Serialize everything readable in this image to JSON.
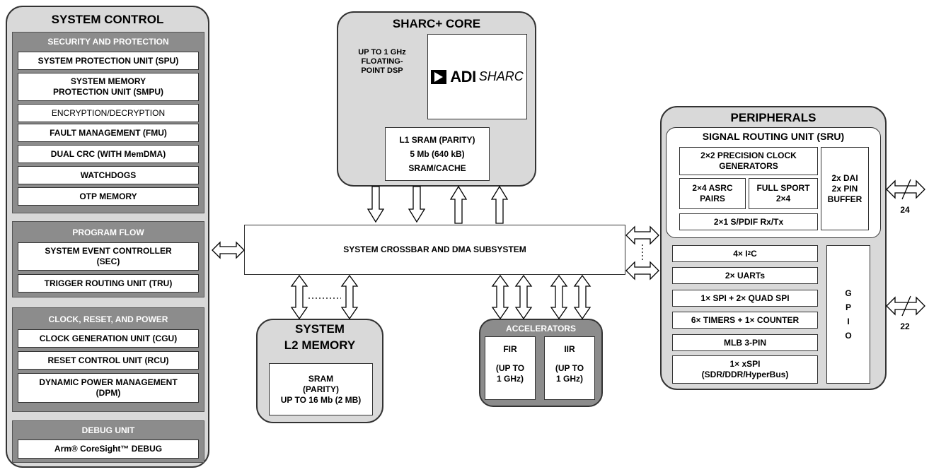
{
  "system_control": {
    "title": "SYSTEM CONTROL",
    "security": {
      "title": "SECURITY AND PROTECTION",
      "items": [
        "SYSTEM PROTECTION UNIT (SPU)",
        "SYSTEM MEMORY PROTECTION UNIT (SMPU)",
        "ENCRYPTION/DECRYPTION",
        "FAULT MANAGEMENT (FMU)",
        "DUAL CRC (WITH MemDMA)",
        "WATCHDOGS",
        "OTP MEMORY"
      ]
    },
    "program_flow": {
      "title": "PROGRAM FLOW",
      "items": [
        "SYSTEM EVENT CONTROLLER (SEC)",
        "TRIGGER ROUTING UNIT (TRU)"
      ]
    },
    "clock": {
      "title": "CLOCK, RESET, AND POWER",
      "items": [
        "CLOCK GENERATION UNIT (CGU)",
        "RESET CONTROL UNIT (RCU)",
        "DYNAMIC POWER MANAGEMENT (DPM)"
      ]
    },
    "debug": {
      "title": "DEBUG UNIT",
      "item": "Arm® CoreSight™ DEBUG"
    }
  },
  "core": {
    "title": "SHARC+ CORE",
    "spec": "UP TO 1 GHz FLOATING-POINT DSP",
    "logo_adi": "ADI",
    "logo_sharc": "SHARC",
    "l1_line1": "L1 SRAM (PARITY)",
    "l1_line2": "5 Mb (640 kB)",
    "l1_line3": "SRAM/CACHE"
  },
  "crossbar": {
    "label": "SYSTEM CROSSBAR AND DMA SUBSYSTEM"
  },
  "l2": {
    "title_line1": "SYSTEM",
    "title_line2": "L2 MEMORY",
    "sram_line1": "SRAM",
    "sram_line2": "(PARITY)",
    "sram_line3": "UP TO 16 Mb (2 MB)"
  },
  "accelerators": {
    "title": "ACCELERATORS",
    "fir_name": "FIR",
    "fir_spec": "(UP TO 1 GHz)",
    "iir_name": "IIR",
    "iir_spec": "(UP TO 1 GHz)"
  },
  "peripherals": {
    "title": "PERIPHERALS",
    "sru": {
      "title": "SIGNAL ROUTING UNIT (SRU)",
      "pcg": "2×2 PRECISION CLOCK GENERATORS",
      "asrc": "2×4 ASRC PAIRS",
      "sport": "FULL SPORT 2×4",
      "spdif": "2×1 S/PDIF Rx/Tx",
      "dai_line1": "2x DAI",
      "dai_line2": "2x PIN",
      "dai_line3": "BUFFER"
    },
    "i2c_pre": "4× I",
    "i2c_sup": "2",
    "i2c_post": "C",
    "items": [
      "2× UARTs",
      "1× SPI + 2× QUAD SPI",
      "6× TIMERS + 1× COUNTER",
      "MLB 3-PIN",
      "1× xSPI (SDR/DDR/HyperBus)"
    ],
    "gpio": [
      "G",
      "P",
      "I",
      "O"
    ],
    "pins_dai": "24",
    "pins_gpio": "22"
  }
}
